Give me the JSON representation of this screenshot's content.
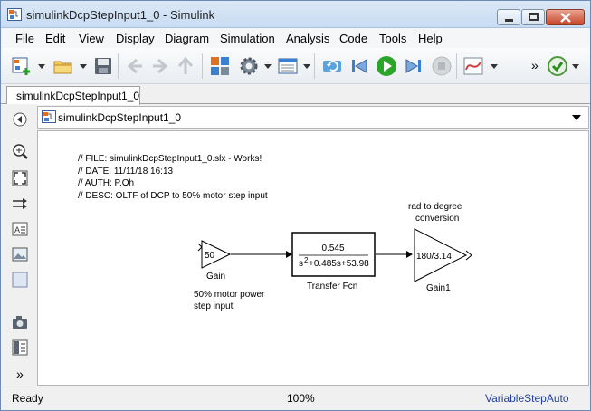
{
  "window": {
    "title": "simulinkDcpStepInput1_0 - Simulink"
  },
  "menu": [
    "File",
    "Edit",
    "View",
    "Display",
    "Diagram",
    "Simulation",
    "Analysis",
    "Code",
    "Tools",
    "Help"
  ],
  "toolbar": {
    "overflow_label": "»"
  },
  "tab": {
    "label": "simulinkDcpStepInput1_0"
  },
  "breadcrumb": {
    "label": "simulinkDcpStepInput1_0"
  },
  "palette": {
    "more_label": "»"
  },
  "annotation": {
    "lines": [
      "// FILE: simulinkDcpStepInput1_0.slx - Works!",
      "// DATE: 11/11/18 16:13",
      "// AUTH: P.Oh",
      "// DESC: OLTF of DCP to 50% motor step input"
    ]
  },
  "blocks": {
    "gain": {
      "value": "50",
      "name": "Gain",
      "note_line1": "50% motor power",
      "note_line2": "step input"
    },
    "transfer_fcn": {
      "numerator": "0.545",
      "denominator_s": "s",
      "denominator_exp": "2",
      "denominator_rest": "+0.485s+53.98",
      "name": "Transfer Fcn"
    },
    "gain1": {
      "value": "180/3.14",
      "name": "Gain1",
      "note_line1": "rad to degree",
      "note_line2": "conversion"
    }
  },
  "status": {
    "state": "Ready",
    "zoom": "100%",
    "solver": "VariableStepAuto"
  },
  "colors": {
    "accent": "#1f3f9a",
    "run_green": "#2aa52a",
    "stop_gray": "#b8b8b8"
  }
}
